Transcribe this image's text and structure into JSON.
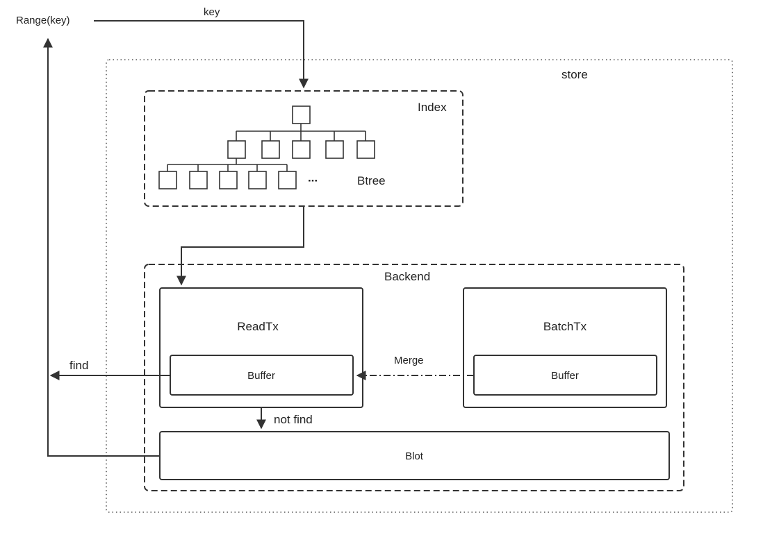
{
  "labels": {
    "range_key": "Range(key)",
    "key": "key",
    "store": "store",
    "index": "Index",
    "btree": "Btree",
    "ellipsis": "···",
    "backend": "Backend",
    "readtx": "ReadTx",
    "batchtx": "BatchTx",
    "readtx_buffer": "Buffer",
    "batchtx_buffer": "Buffer",
    "merge": "Merge",
    "find": "find",
    "not_find": "not find",
    "blot": "Blot"
  },
  "colors": {
    "stroke": "#333333",
    "text": "#222222",
    "background": "#ffffff"
  }
}
